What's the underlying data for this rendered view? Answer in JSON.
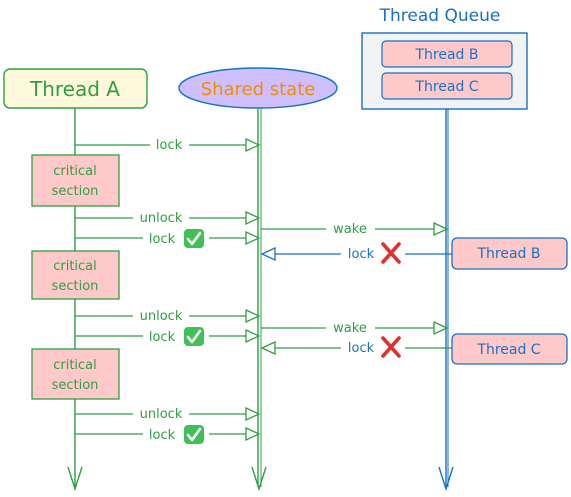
{
  "colors": {
    "green": "#2f9e44",
    "blue": "#1971c2",
    "orange": "#f08c00",
    "red": "#e03131",
    "pink_fill": "#ffc9c9",
    "yellow_fill": "#fff9db",
    "purple_fill": "#d0bfff",
    "queue_fill": "#f1f3f5",
    "check": "#40c057"
  },
  "lanes": {
    "thread_a": "Thread A",
    "shared_state": "Shared state",
    "thread_queue": "Thread Queue"
  },
  "queue_items": [
    "Thread B",
    "Thread C"
  ],
  "sections": [
    "critical\nsection",
    "critical\nsection",
    "critical\nsection"
  ],
  "messages": {
    "lock": "lock",
    "unlock": "unlock",
    "wake": "wake"
  },
  "side_threads": [
    "Thread B",
    "Thread C"
  ],
  "icons": {
    "success": "check-mark-icon",
    "failure": "cross-mark-icon"
  }
}
